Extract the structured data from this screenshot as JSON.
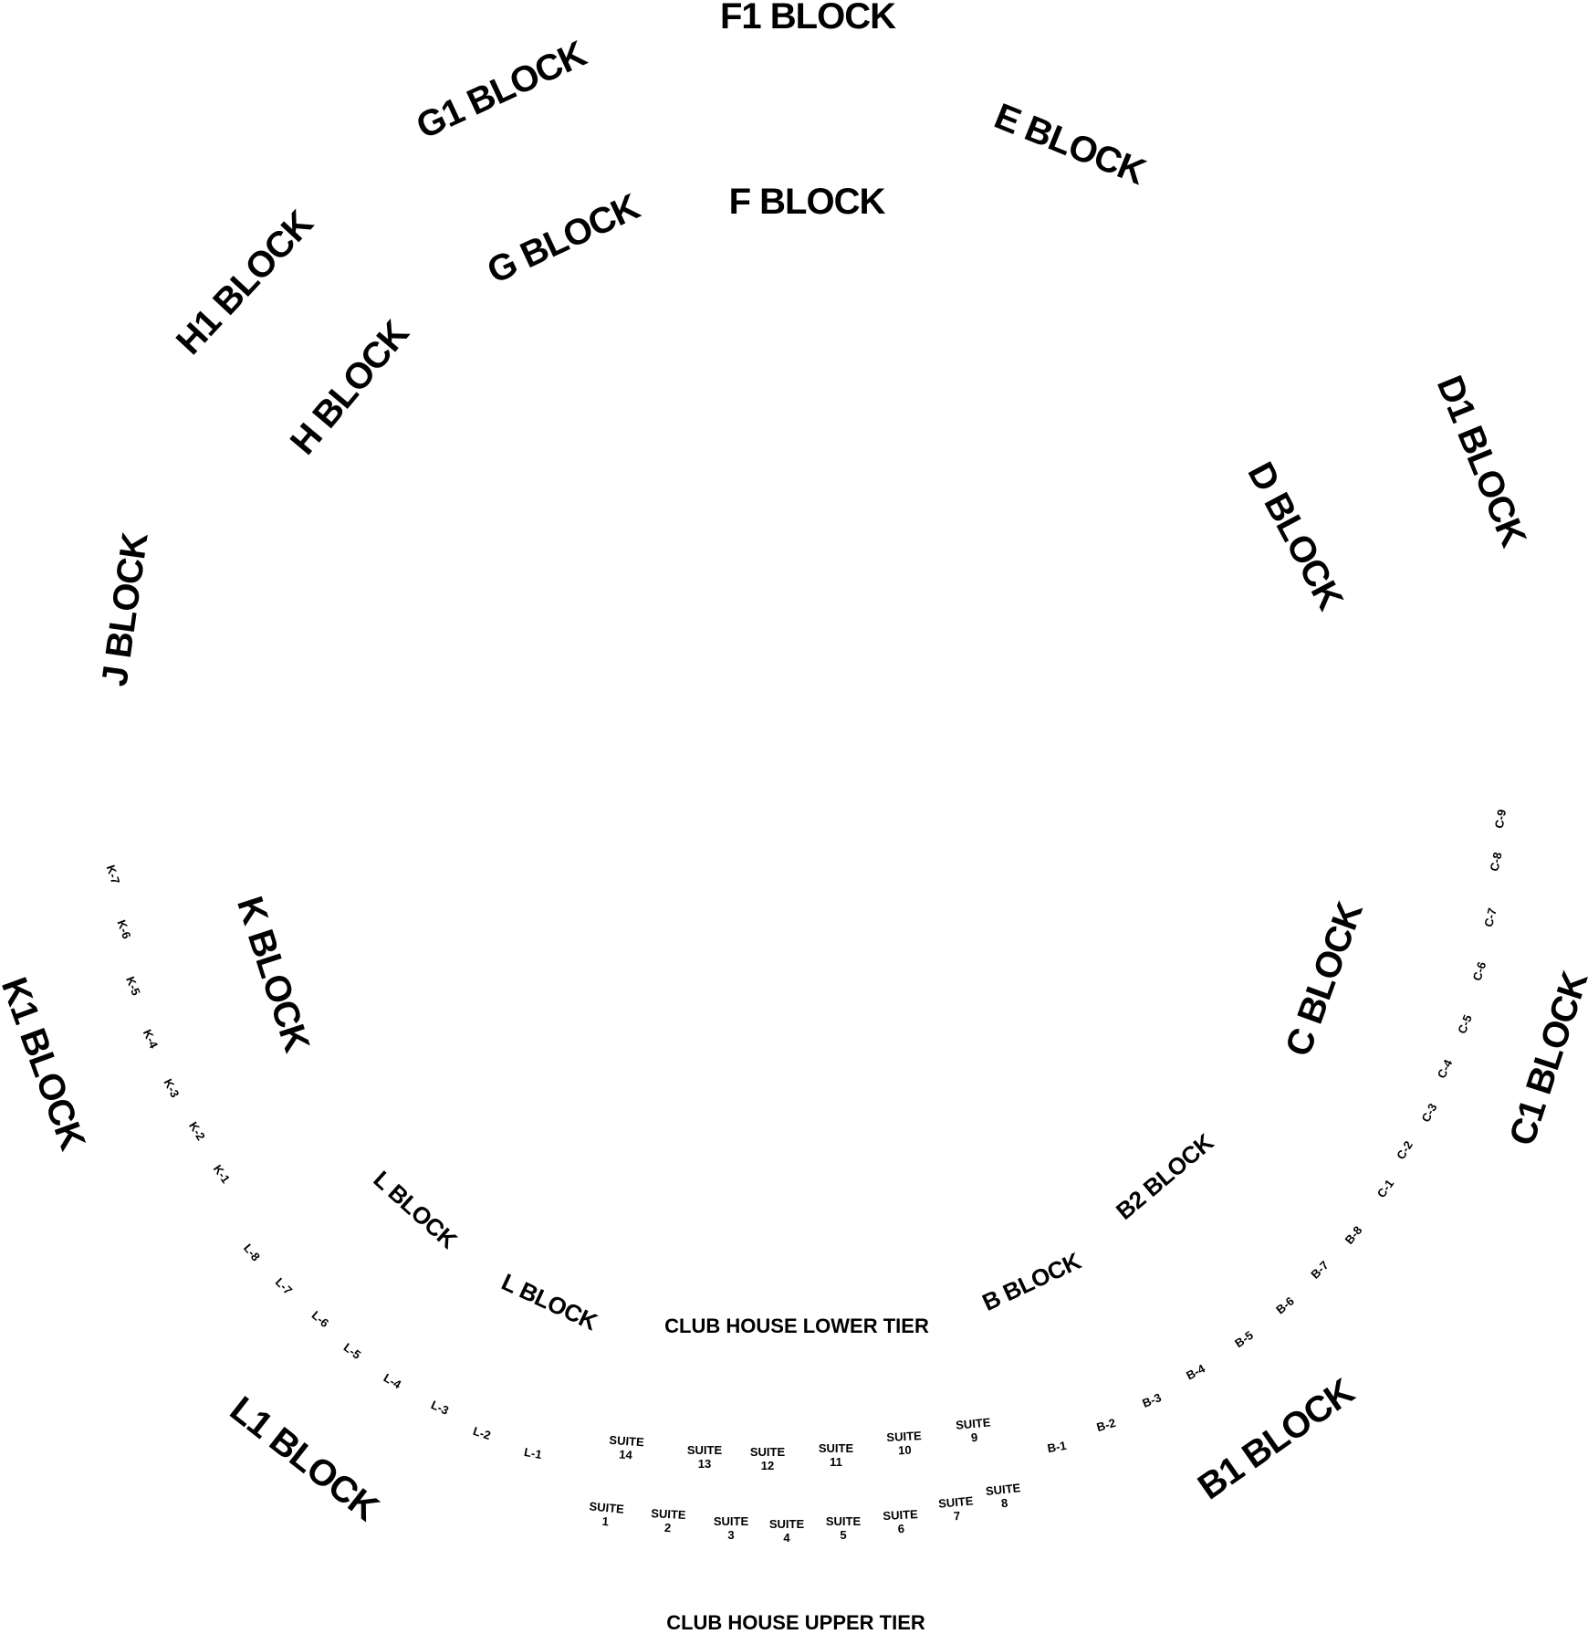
{
  "blocks": {
    "F1": "F1  BLOCK",
    "G1": "G1 BLOCK",
    "E": "E  BLOCK",
    "F": "F  BLOCK",
    "G": "G BLOCK",
    "H1": "H1 BLOCK",
    "H": "H BLOCK",
    "D1": "D1 BLOCK",
    "D": "D BLOCK",
    "J": "J BLOCK",
    "K": "K BLOCK",
    "K1": "K1 BLOCK",
    "C": "C BLOCK",
    "C1": "C1 BLOCK",
    "L": "L BLOCK",
    "L_inner": "L BLOCK",
    "B2": "B2 BLOCK",
    "B": "B BLOCK",
    "L1": "L1 BLOCK",
    "B1": "B1 BLOCK"
  },
  "tiers": {
    "lower": "CLUB HOUSE LOWER TIER",
    "upper": "CLUB HOUSE UPPER TIER"
  },
  "small": {
    "K7": "K-7",
    "K6": "K-6",
    "K5": "K-5",
    "K4": "K-4",
    "K3": "K-3",
    "K2": "K-2",
    "K1": "K-1",
    "L8": "L-8",
    "L7": "L-7",
    "L6": "L-6",
    "L5": "L-5",
    "L4": "L-4",
    "L3": "L-3",
    "L2": "L-2",
    "L1": "L-1",
    "C9": "C-9",
    "C8": "C-8",
    "C7": "C-7",
    "C6": "C-6",
    "C5": "C-5",
    "C4": "C-4",
    "C3": "C-3",
    "C2": "C-2",
    "C1": "C-1",
    "B8": "B-8",
    "B7": "B-7",
    "B6": "B-6",
    "B5": "B-5",
    "B4": "B-4",
    "B3": "B-3",
    "B2": "B-2",
    "B1": "B-1"
  },
  "suite_word": "SUITE",
  "suites": {
    "s1": "1",
    "s2": "2",
    "s3": "3",
    "s4": "4",
    "s5": "5",
    "s6": "6",
    "s7": "7",
    "s8": "8",
    "s9": "9",
    "s10": "10",
    "s11": "11",
    "s12": "12",
    "s13": "13",
    "s14": "14"
  }
}
